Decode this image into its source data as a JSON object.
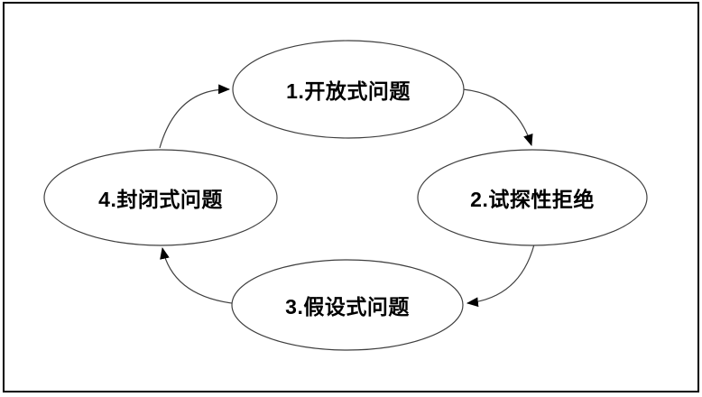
{
  "diagram": {
    "type": "cycle",
    "nodes": [
      {
        "id": 1,
        "label": "1.开放式问题",
        "shape": "ellipse"
      },
      {
        "id": 2,
        "label": "2.试探性拒绝",
        "shape": "ellipse"
      },
      {
        "id": 3,
        "label": "3.假设式问题",
        "shape": "ellipse"
      },
      {
        "id": 4,
        "label": "4.封闭式问题",
        "shape": "ellipse"
      }
    ],
    "connectors": [
      {
        "from": 4,
        "to": 1,
        "style": "curved-arrow"
      },
      {
        "from": 1,
        "to": 2,
        "style": "curved-arrow"
      },
      {
        "from": 2,
        "to": 3,
        "style": "curved-arrow"
      },
      {
        "from": 3,
        "to": 4,
        "style": "curved-arrow"
      }
    ],
    "colors": {
      "shape_fill": "#ffffff",
      "shape_outline": "#3f3f3f",
      "connector_stroke": "#3f3f3f",
      "arrowhead": "#000000",
      "text": "#000000",
      "frame_border": "#000000",
      "background": "#ffffff"
    }
  }
}
